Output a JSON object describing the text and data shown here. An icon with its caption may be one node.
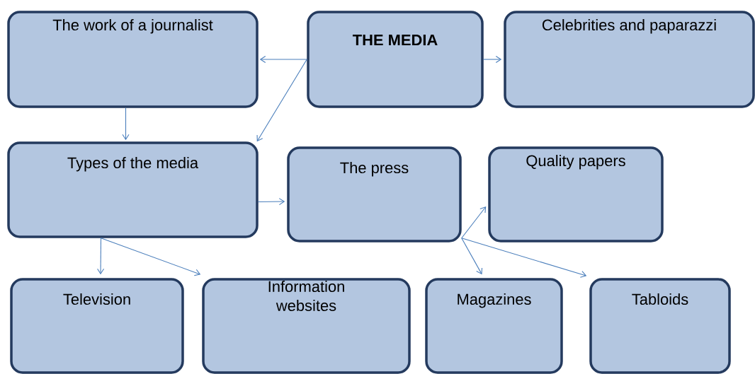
{
  "diagram": {
    "nodes": [
      {
        "text": [
          "THE MEDIA"
        ]
      },
      {
        "text": [
          "The work of a journalist"
        ]
      },
      {
        "text": [
          "Celebrities and paparazzi"
        ]
      },
      {
        "text": [
          "Types of the media"
        ]
      },
      {
        "text": [
          "The press"
        ]
      },
      {
        "text": [
          "Quality papers"
        ]
      },
      {
        "text": [
          "Television"
        ]
      },
      {
        "text": [
          "Information websites"
        ]
      },
      {
        "text": [
          "Magazines"
        ]
      },
      {
        "text": [
          "Tabloids"
        ]
      }
    ],
    "edges": [
      {
        "from": 0,
        "to": 1,
        "arrow": "to"
      },
      {
        "from": 0,
        "to": 2,
        "arrow": "to"
      },
      {
        "from": 0,
        "to": 3,
        "arrow": "to"
      },
      {
        "from": 1,
        "to": 3,
        "arrow": "to"
      },
      {
        "from": 3,
        "to": 4,
        "arrow": "to"
      },
      {
        "from": 3,
        "to": 6,
        "arrow": "to"
      },
      {
        "from": 3,
        "to": 7,
        "arrow": "to"
      },
      {
        "from": 4,
        "to": 5,
        "arrow": "to"
      },
      {
        "from": 4,
        "to": 8,
        "arrow": "to"
      },
      {
        "from": 4,
        "to": 9,
        "arrow": "to"
      }
    ]
  }
}
